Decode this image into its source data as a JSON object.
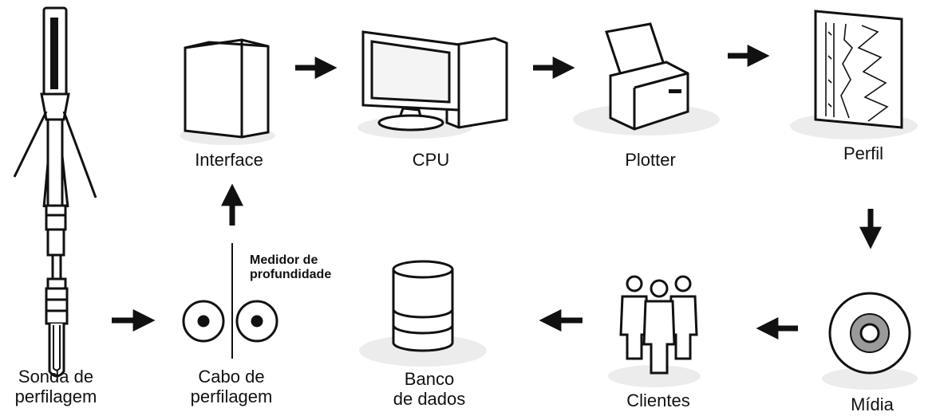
{
  "nodes": {
    "sonda": {
      "line1": "Sonda de",
      "line2": "perfilagem"
    },
    "cabo": {
      "line1": "Cabo de",
      "line2": "perfilagem"
    },
    "medidor": {
      "line1": "Medidor de",
      "line2": "profundidade"
    },
    "interface": {
      "label": "Interface"
    },
    "cpu": {
      "label": "CPU"
    },
    "plotter": {
      "label": "Plotter"
    },
    "perfil": {
      "label": "Perfil"
    },
    "midia": {
      "label": "Mídia"
    },
    "clientes": {
      "label": "Clientes"
    },
    "banco": {
      "line1": "Banco",
      "line2": "de dados"
    }
  },
  "colors": {
    "ink": "#111111",
    "shadow": "#d6d6d6",
    "disc_ring": "#9a9a9a"
  }
}
